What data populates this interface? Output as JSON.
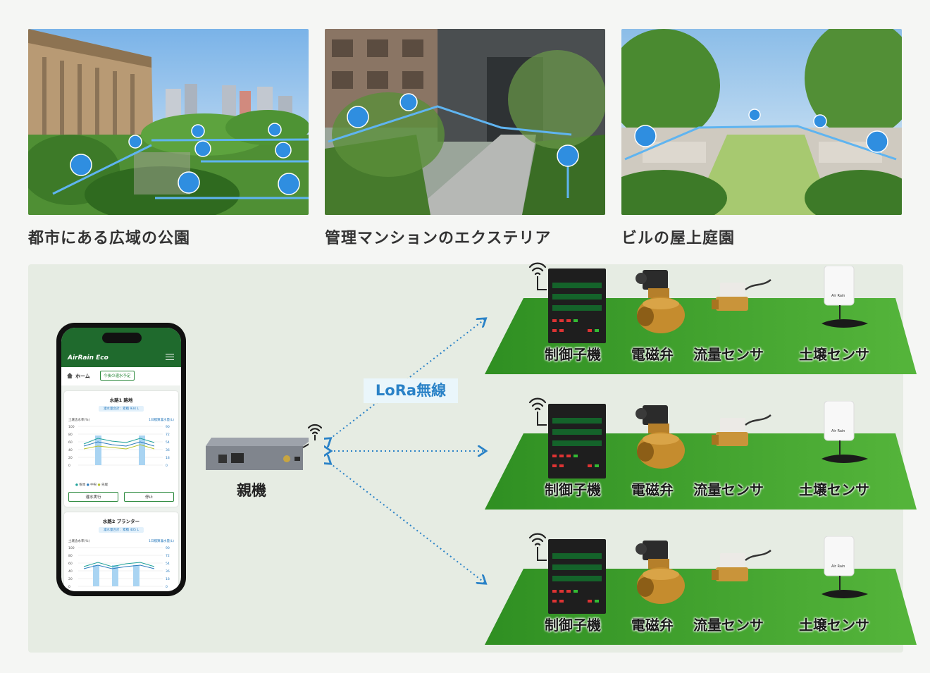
{
  "photos": [
    {
      "caption": "都市にある広域の公園"
    },
    {
      "caption": "管理マンションのエクステリア"
    },
    {
      "caption": "ビルの屋上庭園"
    }
  ],
  "app": {
    "logo": "AirRain Eco",
    "home": "ホーム",
    "plan_button": "今後の灌水予定",
    "cards": [
      {
        "title": "水路1 路地",
        "badge": "灌水量合計：累積 934 L",
        "left_axis": "土壌含水率(%)",
        "right_axis": "1日積算灌水量(L)",
        "left_ticks": [
          "100",
          "80",
          "60",
          "40",
          "20",
          "0"
        ],
        "right_ticks": [
          "90",
          "72",
          "54",
          "36",
          "18",
          "0"
        ],
        "legend": [
          "根本",
          "中央",
          "先端"
        ],
        "start_label": "灌水実行",
        "stop_label": "停止"
      },
      {
        "title": "水路2 プランター",
        "badge": "灌水量合計：累積 405 L",
        "left_axis": "土壌含水率(%)",
        "right_axis": "1日積算灌水量(L)",
        "left_ticks": [
          "100",
          "80",
          "60",
          "40",
          "20",
          "0"
        ],
        "right_ticks": [
          "90",
          "72",
          "54",
          "36",
          "18",
          "0"
        ]
      }
    ]
  },
  "parent_label": "親機",
  "wireless_label": "LoRa無線",
  "fields": [
    {
      "devices": [
        "制御子機",
        "電磁弁",
        "流量センサ",
        "土壌センサ"
      ]
    },
    {
      "devices": [
        "制御子機",
        "電磁弁",
        "流量センサ",
        "土壌センサ"
      ]
    },
    {
      "devices": [
        "制御子機",
        "電磁弁",
        "流量センサ",
        "土壌センサ"
      ]
    }
  ],
  "colors": {
    "panel": "#e6ece3",
    "grass": "#3fa02e",
    "pin": "#2f8ee0",
    "app_green": "#1f6a2d",
    "link": "#2a82c7"
  }
}
